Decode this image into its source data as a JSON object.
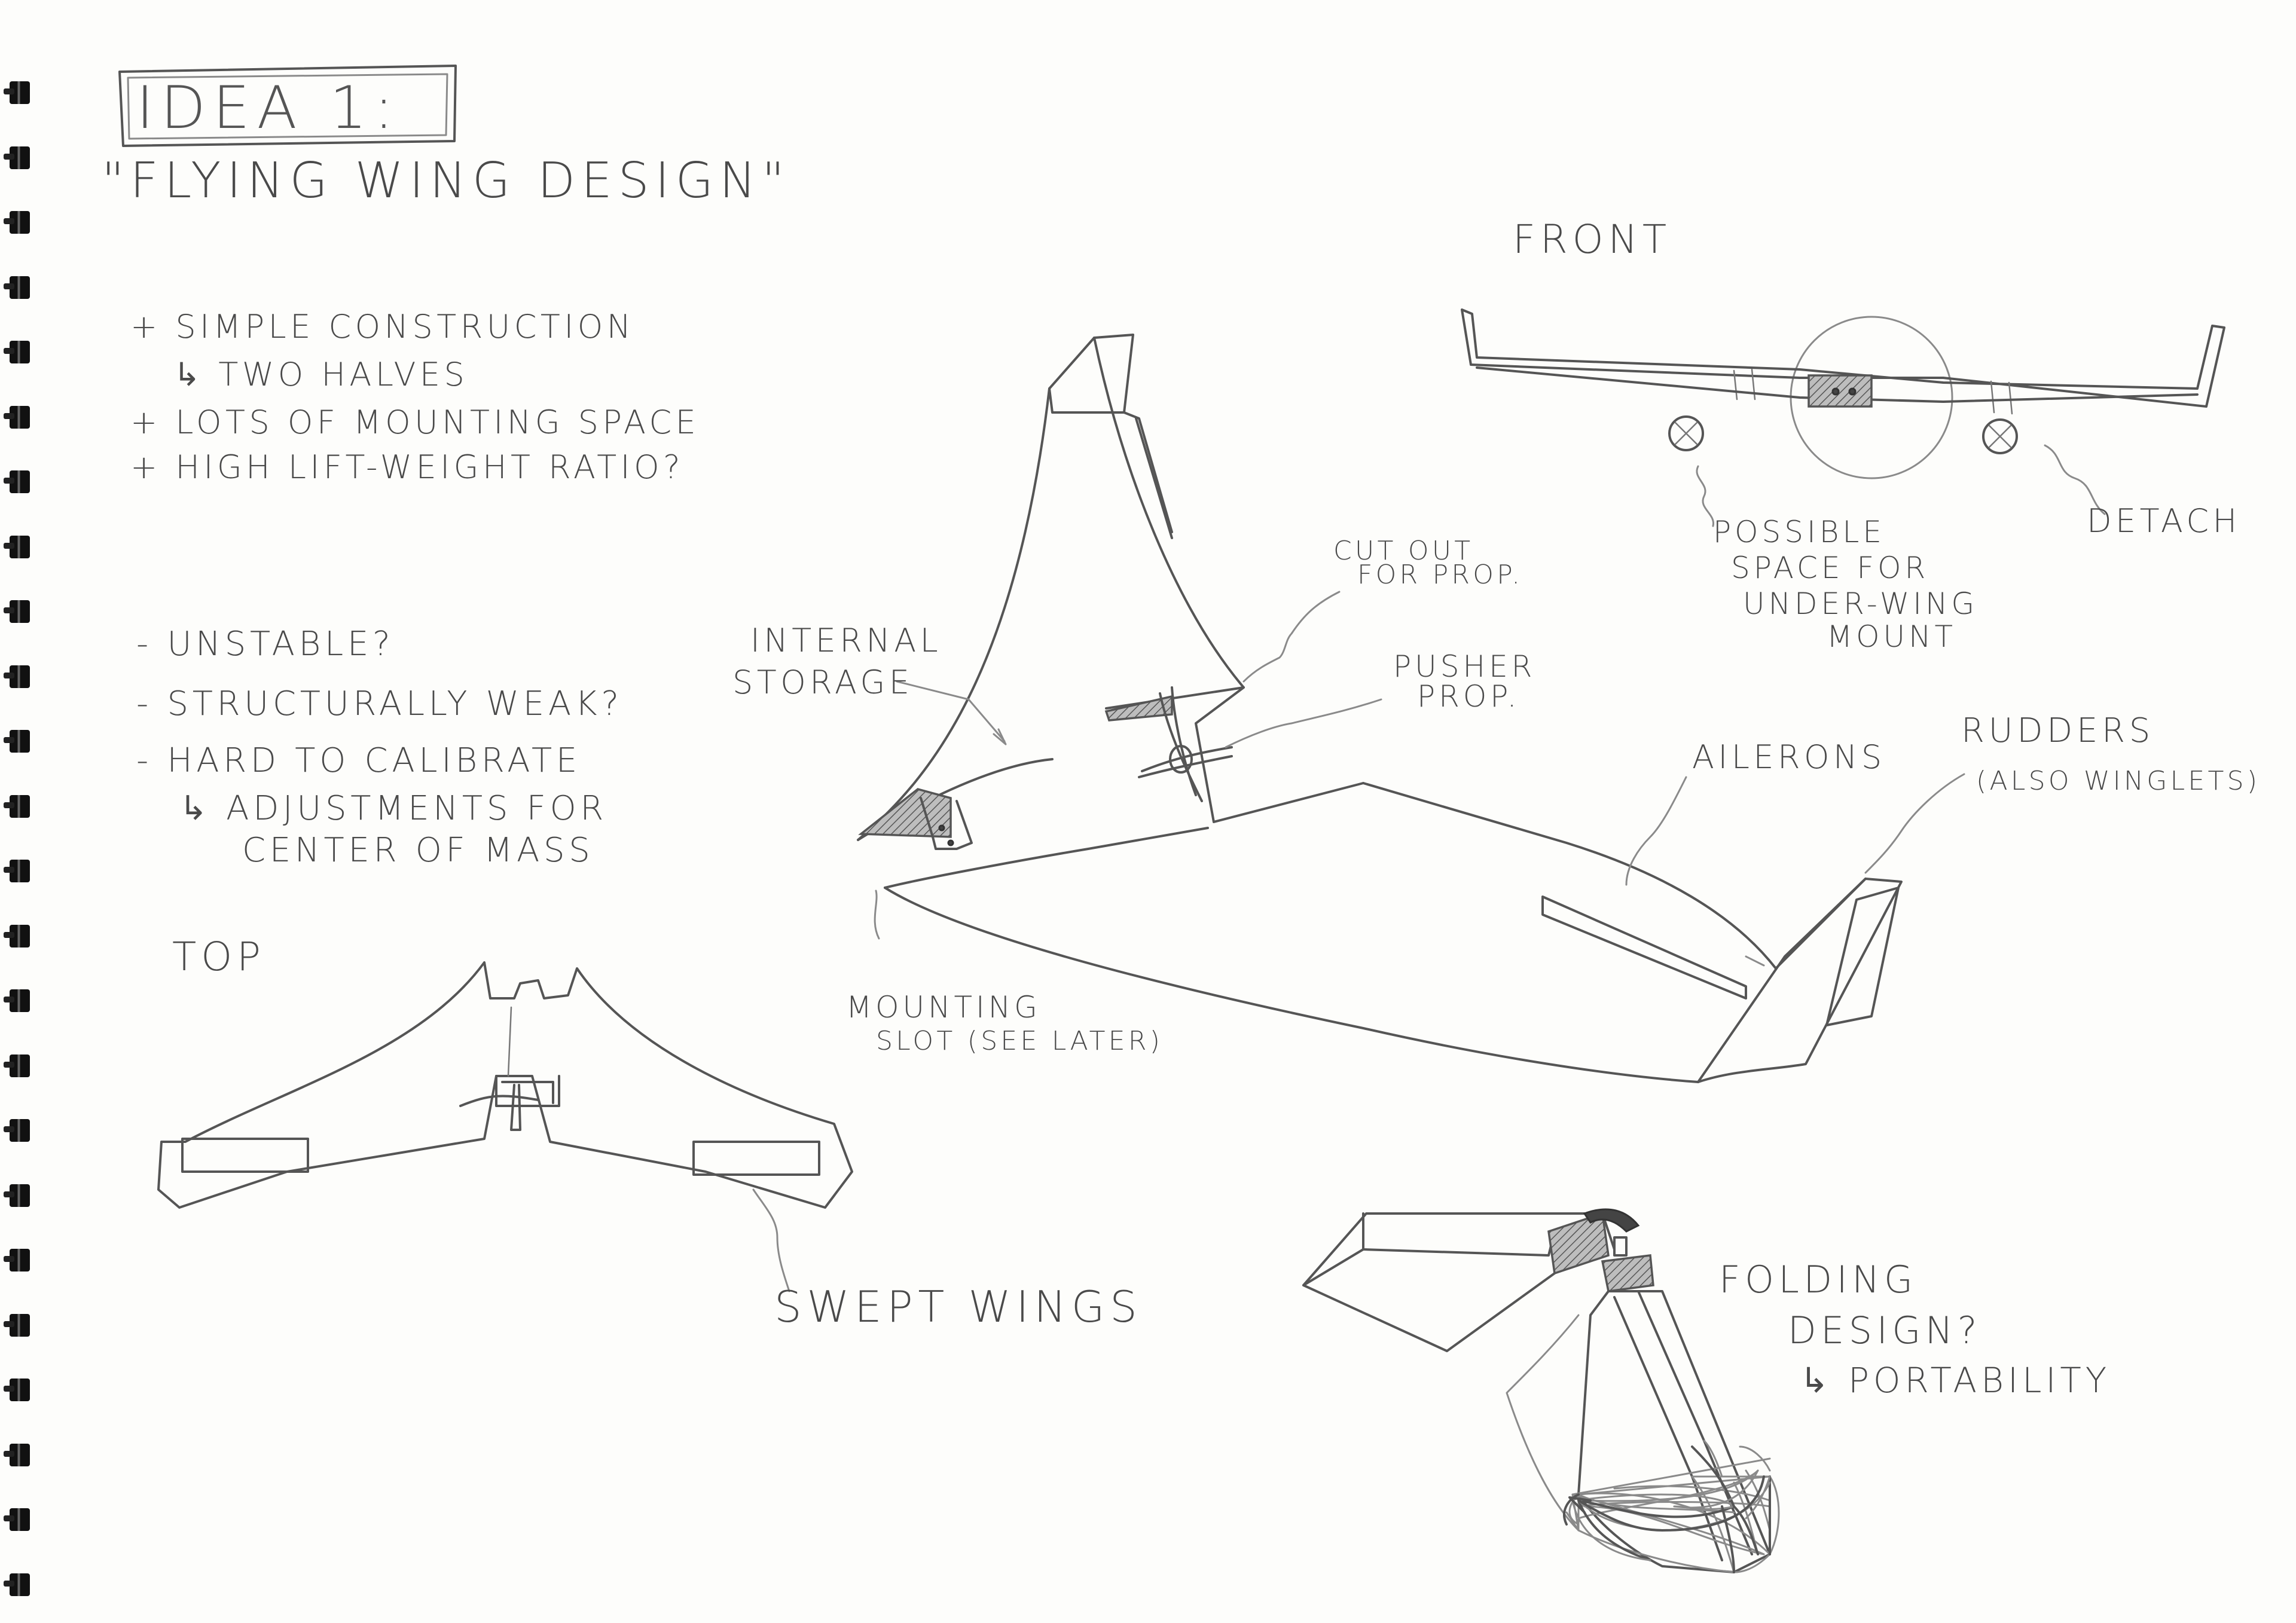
{
  "title": "IDEA 1:",
  "subtitle": "\"FLYING WING DESIGN\"",
  "pros": [
    "+ SIMPLE CONSTRUCTION",
    "↳ TWO HALVES",
    "+ LOTS OF MOUNTING SPACE",
    "+ HIGH LIFT-WEIGHT RATIO?"
  ],
  "cons": [
    "- UNSTABLE?",
    "- STRUCTURALLY WEAK?",
    "- HARD TO CALIBRATE",
    "↳ ADJUSTMENTS FOR",
    "CENTER OF MASS"
  ],
  "views": {
    "front": "FRONT",
    "top": "TOP"
  },
  "labels": {
    "internal_storage_1": "INTERNAL",
    "internal_storage_2": "STORAGE",
    "cut_out_1": "CUT OUT",
    "cut_out_2": "FOR PROP.",
    "pusher_1": "PUSHER",
    "pusher_2": "PROP.",
    "mounting_1": "MOUNTING",
    "mounting_2": "SLOT (SEE LATER)",
    "ailerons": "AILERONS",
    "rudders_1": "RUDDERS",
    "rudders_2": "(ALSO WINGLETS)",
    "possible_1": "POSSIBLE",
    "possible_2": "SPACE FOR",
    "possible_3": "UNDER-WING",
    "possible_4": "MOUNT",
    "detach": "DETACH",
    "swept_wings": "SWEPT WINGS",
    "folding_1": "FOLDING",
    "folding_2": "DESIGN?",
    "folding_3": "↳ PORTABILITY"
  }
}
